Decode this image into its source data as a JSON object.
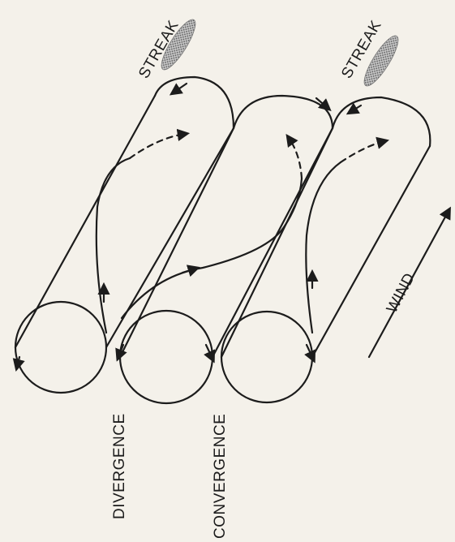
{
  "labels": {
    "streak_left": "STREAK",
    "streak_right": "STREAK",
    "wind": "WIND",
    "divergence": "DIVERGENCE",
    "convergence": "CONVERGENCE"
  },
  "colors": {
    "ink": "#1c1c1c",
    "paper": "#f4f1ea",
    "streak_fill": "#9a9a9a"
  }
}
